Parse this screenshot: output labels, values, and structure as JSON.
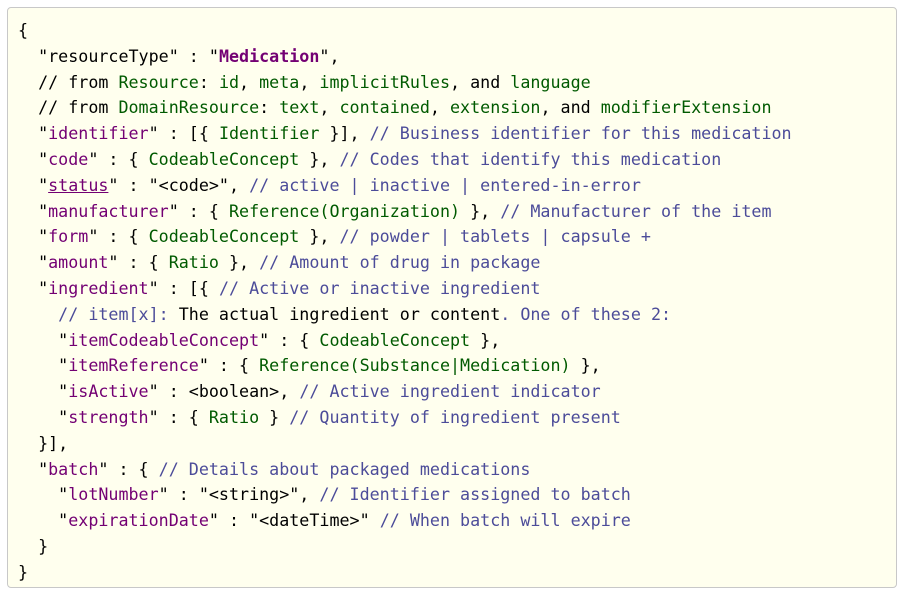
{
  "lines": [
    [
      {
        "t": "{",
        "c": "p"
      }
    ],
    [
      {
        "t": "  \"resourceType\" : \"",
        "c": "p"
      },
      {
        "t": "Medication",
        "c": "name"
      },
      {
        "t": "\",",
        "c": "p"
      }
    ],
    [
      {
        "t": "  // from ",
        "c": "p"
      },
      {
        "t": "Resource",
        "c": "type"
      },
      {
        "t": ": ",
        "c": "p"
      },
      {
        "t": "id",
        "c": "type"
      },
      {
        "t": ", ",
        "c": "p"
      },
      {
        "t": "meta",
        "c": "type"
      },
      {
        "t": ", ",
        "c": "p"
      },
      {
        "t": "implicitRules",
        "c": "type"
      },
      {
        "t": ", and ",
        "c": "p"
      },
      {
        "t": "language",
        "c": "type"
      }
    ],
    [
      {
        "t": "  // from ",
        "c": "p"
      },
      {
        "t": "DomainResource",
        "c": "type"
      },
      {
        "t": ": ",
        "c": "p"
      },
      {
        "t": "text",
        "c": "type"
      },
      {
        "t": ", ",
        "c": "p"
      },
      {
        "t": "contained",
        "c": "type"
      },
      {
        "t": ", ",
        "c": "p"
      },
      {
        "t": "extension",
        "c": "type"
      },
      {
        "t": ", and ",
        "c": "p"
      },
      {
        "t": "modifierExtension",
        "c": "type"
      }
    ],
    [
      {
        "t": "  \"",
        "c": "p"
      },
      {
        "t": "identifier",
        "c": "key"
      },
      {
        "t": "\" : [{ ",
        "c": "p"
      },
      {
        "t": "Identifier",
        "c": "type"
      },
      {
        "t": " }], ",
        "c": "p"
      },
      {
        "t": "// Business identifier for this medication",
        "c": "cmt"
      }
    ],
    [
      {
        "t": "  \"",
        "c": "p"
      },
      {
        "t": "code",
        "c": "key"
      },
      {
        "t": "\" : { ",
        "c": "p"
      },
      {
        "t": "CodeableConcept",
        "c": "type"
      },
      {
        "t": " }, ",
        "c": "p"
      },
      {
        "t": "// Codes that identify this medication",
        "c": "cmt"
      }
    ],
    [
      {
        "t": "  \"",
        "c": "p"
      },
      {
        "t": "status",
        "c": "key ul"
      },
      {
        "t": "\" : \"<code>\", ",
        "c": "p"
      },
      {
        "t": "// active | inactive | entered-in-error",
        "c": "cmt"
      }
    ],
    [
      {
        "t": "  \"",
        "c": "p"
      },
      {
        "t": "manufacturer",
        "c": "key"
      },
      {
        "t": "\" : { ",
        "c": "p"
      },
      {
        "t": "Reference(Organization)",
        "c": "type"
      },
      {
        "t": " }, ",
        "c": "p"
      },
      {
        "t": "// Manufacturer of the item",
        "c": "cmt"
      }
    ],
    [
      {
        "t": "  \"",
        "c": "p"
      },
      {
        "t": "form",
        "c": "key"
      },
      {
        "t": "\" : { ",
        "c": "p"
      },
      {
        "t": "CodeableConcept",
        "c": "type"
      },
      {
        "t": " }, ",
        "c": "p"
      },
      {
        "t": "// powder | tablets | capsule +",
        "c": "cmt"
      }
    ],
    [
      {
        "t": "  \"",
        "c": "p"
      },
      {
        "t": "amount",
        "c": "key"
      },
      {
        "t": "\" : { ",
        "c": "p"
      },
      {
        "t": "Ratio",
        "c": "type"
      },
      {
        "t": " }, ",
        "c": "p"
      },
      {
        "t": "// Amount of drug in package",
        "c": "cmt"
      }
    ],
    [
      {
        "t": "  \"",
        "c": "p"
      },
      {
        "t": "ingredient",
        "c": "key"
      },
      {
        "t": "\" : [{ ",
        "c": "p"
      },
      {
        "t": "// Active or inactive ingredient",
        "c": "cmt"
      }
    ],
    [
      {
        "t": "    // item[x]: ",
        "c": "cmt"
      },
      {
        "t": "The actual ingredient or content",
        "c": "dark"
      },
      {
        "t": ". One of these 2:",
        "c": "cmt"
      }
    ],
    [
      {
        "t": "    \"",
        "c": "p"
      },
      {
        "t": "itemCodeableConcept",
        "c": "key"
      },
      {
        "t": "\" : { ",
        "c": "p"
      },
      {
        "t": "CodeableConcept",
        "c": "type"
      },
      {
        "t": " },",
        "c": "p"
      }
    ],
    [
      {
        "t": "    \"",
        "c": "p"
      },
      {
        "t": "itemReference",
        "c": "key"
      },
      {
        "t": "\" : { ",
        "c": "p"
      },
      {
        "t": "Reference(Substance|Medication)",
        "c": "type"
      },
      {
        "t": " },",
        "c": "p"
      }
    ],
    [
      {
        "t": "    \"",
        "c": "p"
      },
      {
        "t": "isActive",
        "c": "key"
      },
      {
        "t": "\" : <boolean>, ",
        "c": "p"
      },
      {
        "t": "// Active ingredient indicator",
        "c": "cmt"
      }
    ],
    [
      {
        "t": "    \"",
        "c": "p"
      },
      {
        "t": "strength",
        "c": "key"
      },
      {
        "t": "\" : { ",
        "c": "p"
      },
      {
        "t": "Ratio",
        "c": "type"
      },
      {
        "t": " } ",
        "c": "p"
      },
      {
        "t": "// Quantity of ingredient present",
        "c": "cmt"
      }
    ],
    [
      {
        "t": "  }],",
        "c": "p"
      }
    ],
    [
      {
        "t": "  \"",
        "c": "p"
      },
      {
        "t": "batch",
        "c": "key"
      },
      {
        "t": "\" : { ",
        "c": "p"
      },
      {
        "t": "// Details about packaged medications",
        "c": "cmt"
      }
    ],
    [
      {
        "t": "    \"",
        "c": "p"
      },
      {
        "t": "lotNumber",
        "c": "key"
      },
      {
        "t": "\" : \"<string>\", ",
        "c": "p"
      },
      {
        "t": "// Identifier assigned to batch",
        "c": "cmt"
      }
    ],
    [
      {
        "t": "    \"",
        "c": "p"
      },
      {
        "t": "expirationDate",
        "c": "key"
      },
      {
        "t": "\" : \"<dateTime>\" ",
        "c": "p"
      },
      {
        "t": "// When batch will expire",
        "c": "cmt"
      }
    ],
    [
      {
        "t": "  }",
        "c": "p"
      }
    ],
    [
      {
        "t": "}",
        "c": "p"
      }
    ]
  ]
}
